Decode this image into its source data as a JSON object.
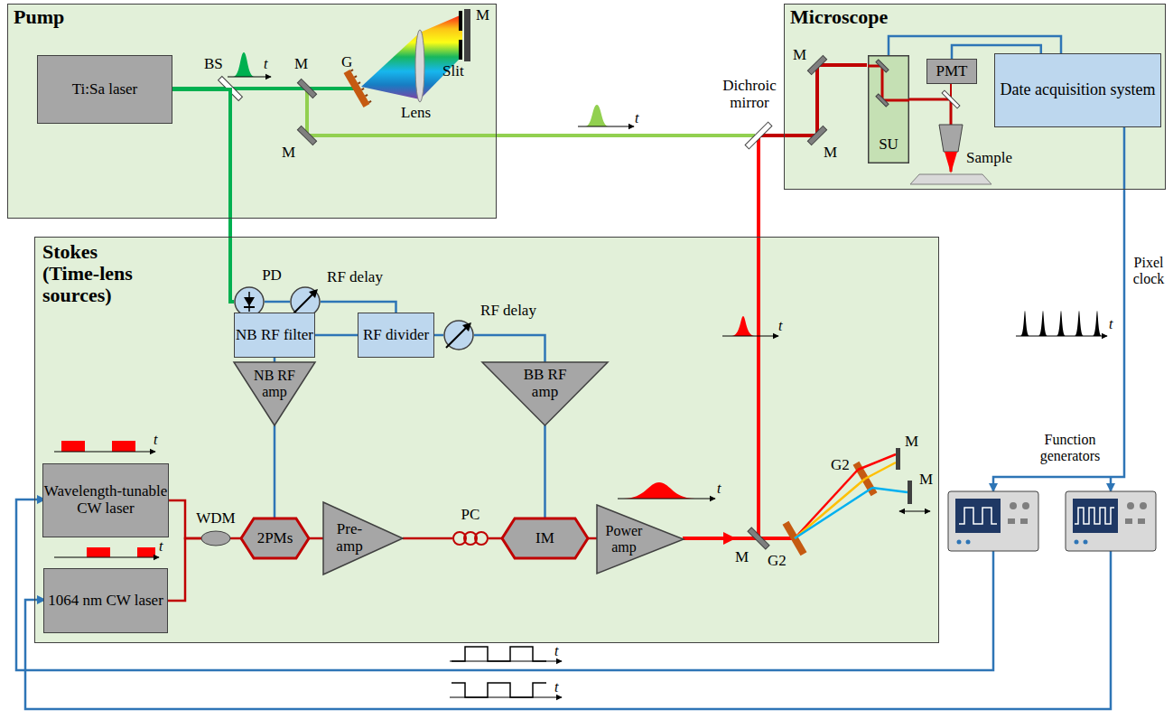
{
  "diagram": {
    "nodes": [
      {
        "text": [
          "Pump"
        ]
      },
      {
        "text": [
          "Ti:Sa laser"
        ],
        "in": 0
      },
      {
        "text": [
          "Microscope"
        ]
      },
      {
        "text": [
          "Date acquisition system"
        ],
        "in": 2
      },
      {
        "text": [
          "PMT"
        ],
        "in": 2
      },
      {
        "text": [
          "SU"
        ],
        "in": 2
      },
      {
        "text": [
          "Stokes (Time-lens sources)"
        ]
      },
      {
        "text": [
          "PD"
        ],
        "in": 6
      },
      {
        "text": [
          "RF delay"
        ],
        "in": 6
      },
      {
        "text": [
          "RF divider"
        ],
        "in": 6
      },
      {
        "text": [
          "NB RF filter"
        ],
        "in": 6
      },
      {
        "text": [
          "RF delay"
        ],
        "in": 6
      },
      {
        "text": [
          "NB RF amp"
        ],
        "in": 6
      },
      {
        "text": [
          "BB RF amp"
        ],
        "in": 6
      },
      {
        "text": [
          "Wavelength-tunable CW laser"
        ],
        "in": 6
      },
      {
        "text": [
          "1064 nm CW laser"
        ],
        "in": 6
      },
      {
        "text": [
          "WDM"
        ],
        "in": 6
      },
      {
        "text": [
          "2PMs"
        ],
        "in": 6
      },
      {
        "text": [
          "Pre-amp"
        ],
        "in": 6
      },
      {
        "text": [
          "PC"
        ],
        "in": 6
      },
      {
        "text": [
          "IM"
        ],
        "in": 6
      },
      {
        "text": [
          "Power amp"
        ],
        "in": 6
      }
    ],
    "edges": [
      {
        "from": 1,
        "to": 7,
        "arrow": "none"
      },
      {
        "from": 7,
        "to": 8,
        "arrow": "none"
      },
      {
        "from": 8,
        "to": 9,
        "arrow": "none"
      },
      {
        "from": 9,
        "to": 10,
        "arrow": "none"
      },
      {
        "from": 9,
        "to": 11,
        "arrow": "none"
      },
      {
        "from": 11,
        "to": 13,
        "arrow": "none"
      },
      {
        "from": 10,
        "to": 12,
        "arrow": "none"
      },
      {
        "from": 12,
        "to": 17,
        "arrow": "none"
      },
      {
        "from": 13,
        "to": 20,
        "arrow": "none"
      },
      {
        "from": 14,
        "to": 16,
        "arrow": "none"
      },
      {
        "from": 15,
        "to": 16,
        "arrow": "none"
      },
      {
        "from": 16,
        "to": 17,
        "arrow": "none"
      },
      {
        "from": 17,
        "to": 18,
        "arrow": "none"
      },
      {
        "from": 18,
        "to": 19,
        "arrow": "none"
      },
      {
        "from": 19,
        "to": 20,
        "arrow": "none"
      },
      {
        "from": 20,
        "to": 21,
        "arrow": "none"
      },
      {
        "from": 3,
        "to": 5,
        "arrow": "none"
      },
      {
        "from": 3,
        "to": 4,
        "arrow": "none"
      }
    ],
    "labels": [
      "t",
      "BS",
      "M",
      "G",
      "Lens",
      "Slit",
      "M",
      "M",
      "t",
      "Dichroic mirror",
      "M",
      "M",
      "Sample",
      "Pixel clock",
      "t",
      "t",
      "t",
      "M",
      "G2",
      "G2",
      "M",
      "M",
      "Function generators",
      "t",
      "t",
      "t",
      "t"
    ]
  }
}
